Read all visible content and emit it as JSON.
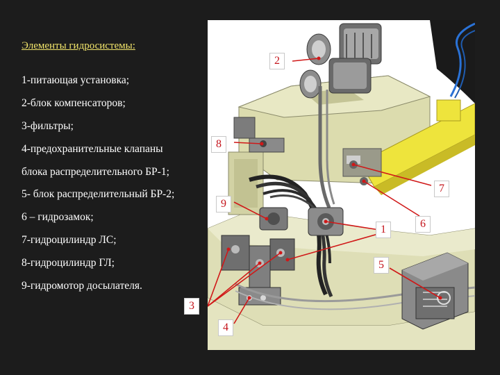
{
  "heading": "Элементы гидросистемы:",
  "legend": [
    "1-питающая установка;",
    "2-блок компенсаторов;",
    "3-фильтры;",
    "4-предохранительные клапаны",
    "блока распределительного БР-1;",
    "5- блок распределительный БР-2;",
    "6 – гидрозамок;",
    "7-гидроцилиндр ЛС;",
    "8-гидроцилиндр ГЛ;",
    "9-гидромотор досылателя."
  ],
  "callouts": [
    "1",
    "2",
    "3",
    "4",
    "5",
    "6",
    "7",
    "8",
    "9"
  ],
  "colors": {
    "background": "#1c1c1c",
    "heading": "#f2e56b",
    "text": "#ffffff",
    "callout_text": "#c4131a",
    "leader": "#d01818",
    "housing": "#dcdcae",
    "rail": "#eee43c",
    "metal": "#7c7c7c",
    "cable": "#2a72d6"
  }
}
